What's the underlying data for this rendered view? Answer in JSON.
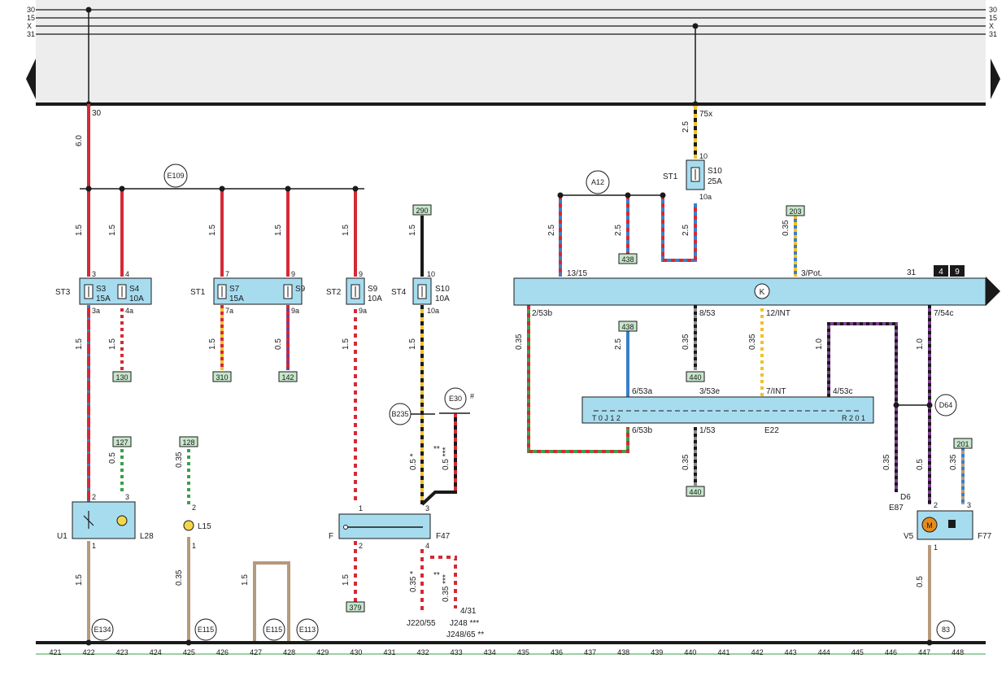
{
  "colors": {
    "background_band": "#ededed",
    "component_blue": "#a7dcef",
    "connector_green": "#c7e6cc",
    "wire_red": "#d42a35",
    "wire_black": "#1a1a1a",
    "wire_brown": "#b69a7c",
    "wire_white": "#ffffff",
    "wire_yellow": "#f2c12a",
    "wire_green": "#3aa14a",
    "wire_blue": "#3a7fc9",
    "wire_violet": "#7a3d8f",
    "wire_grey": "#8a8a8a",
    "wire_orange": "#e88a1a"
  },
  "icons": [
    "arrow-left-icon",
    "arrow-right-icon",
    "fuse-icon",
    "lamp-icon",
    "motor-icon",
    "relay-switch-icon",
    "ground-point-icon"
  ],
  "bus_labels": [
    "30",
    "15",
    "X",
    "31"
  ],
  "terminals": {
    "t30": "30",
    "t75x": "75x",
    "t10": "10",
    "t10a": "10a"
  },
  "wire_sizes": {
    "w60": "6.0",
    "w15": "1.5",
    "w25": "2.5",
    "w035": "0.35",
    "w05": "0.5",
    "w05s": "0.5 *",
    "w05dd": "0.5 ***",
    "w035s": "0.35 *",
    "w035dd": "0.35 ***",
    "w10": "1.0",
    "w15a": "1.5",
    "w25a": "2.5",
    "w035a": "0.35",
    "w05a": "0.5",
    "w05b": "0.5",
    "w15b": "1.5"
  },
  "splices": {
    "e109": "E109",
    "a12": "A12",
    "b235": "B235",
    "e30": "E30",
    "e30_mark": "#",
    "d64": "D64",
    "star2": "**",
    "star2b": "**"
  },
  "fuse_groups": {
    "st3": "ST3",
    "st1": "ST1",
    "st2": "ST2",
    "st4": "ST4",
    "st1_top": "ST1"
  },
  "fuses": {
    "s3": {
      "name": "S3",
      "rating": "15A",
      "in": "3",
      "out": "3a"
    },
    "s4": {
      "name": "S4",
      "rating": "10A",
      "in": "4",
      "out": "4a"
    },
    "s7": {
      "name": "S7",
      "rating": "15A",
      "in": "7",
      "out": "7a"
    },
    "s9": {
      "name": "S9",
      "rating": "",
      "in": "9",
      "out": "9a"
    },
    "s9b": {
      "name": "S9",
      "rating": "10A",
      "in": "9",
      "out": "9a"
    },
    "s10": {
      "name": "S10",
      "rating": "10A",
      "in": "10",
      "out": "10a"
    },
    "s10top": {
      "name": "S10",
      "rating": "25A"
    }
  },
  "connectors": {
    "c130": "130",
    "c310": "310",
    "c142": "142",
    "c290": "290",
    "c438a": "438",
    "c203": "203",
    "c438b": "438",
    "c440a": "440",
    "c440b": "440",
    "c127": "127",
    "c128": "128",
    "c379": "379",
    "c201": "201"
  },
  "control_unit": {
    "label_31": "31",
    "box4": "4",
    "box9": "9",
    "p13_15": "13/15",
    "p3pot": "3/Pot.",
    "p2_53b": "2/53b",
    "p8_53": "8/53",
    "p12_int": "12/INT",
    "p7_54c": "7/54c"
  },
  "switch_e22": {
    "name": "E22",
    "p6_53a": "6/53a",
    "p3_53e": "3/53e",
    "p7_int": "7/INT",
    "p4_53c": "4/53c",
    "p6_53b": "6/53b",
    "p1_53": "1/53",
    "left_text": "T 0 J 1 2",
    "right_text": "R 2 0 1"
  },
  "components": {
    "u1": "U1",
    "l28": "L28",
    "l15": "L15",
    "f": "F",
    "f47": "F47",
    "v5": "V5",
    "f77": "F77",
    "e87": "E87",
    "d6": "D6",
    "motor_m": "M"
  },
  "pins": {
    "u1_2": "2",
    "u1_3": "3",
    "u1_1": "1",
    "l15_2": "2",
    "l15_1": "1",
    "f_1": "1",
    "f_2": "2",
    "f47_3": "3",
    "f47_4": "4",
    "v5_2": "2",
    "v5_3": "3",
    "v5_1": "1"
  },
  "refs": {
    "j220": "J220/55",
    "j248": "J248 ***",
    "j248b": "J248/65 **",
    "p4_31": "4/31"
  },
  "ground_points": {
    "g1": "E134",
    "g2": "E115",
    "g3": "E115",
    "g4": "E113",
    "g5": "83"
  },
  "ruler": [
    "421",
    "422",
    "423",
    "424",
    "425",
    "426",
    "427",
    "428",
    "429",
    "430",
    "431",
    "432",
    "433",
    "434",
    "435",
    "436",
    "437",
    "438",
    "439",
    "440",
    "441",
    "442",
    "443",
    "444",
    "445",
    "446",
    "447",
    "448"
  ]
}
